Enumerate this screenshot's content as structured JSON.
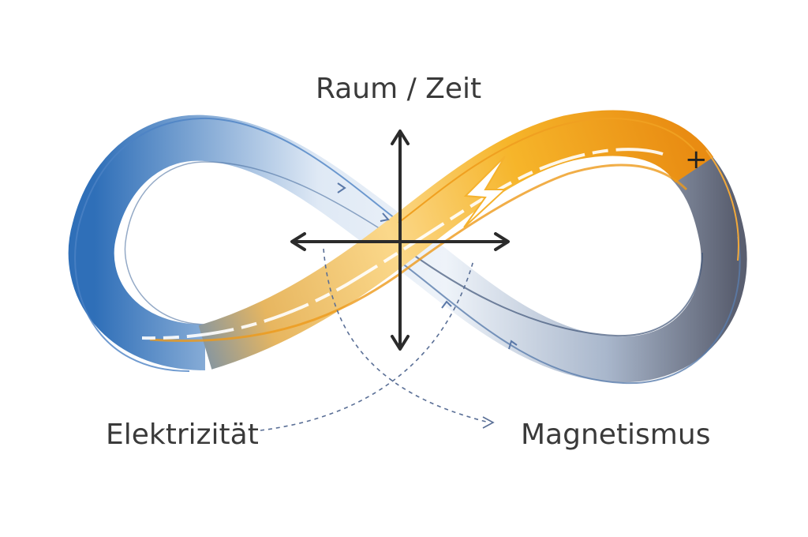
{
  "labels": {
    "top": "Raum / Zeit",
    "left": "Elektrizität",
    "right": "Magnetismus",
    "charge": "+"
  },
  "icons": [
    "infinity-ribbon",
    "lightning-bolt-icon",
    "axis-cross-arrows",
    "dashed-arrow"
  ],
  "colors": {
    "blue": "#3b78c0",
    "orange": "#f0a41c",
    "gray": "#5d6478",
    "axis": "#2b2b2b"
  }
}
